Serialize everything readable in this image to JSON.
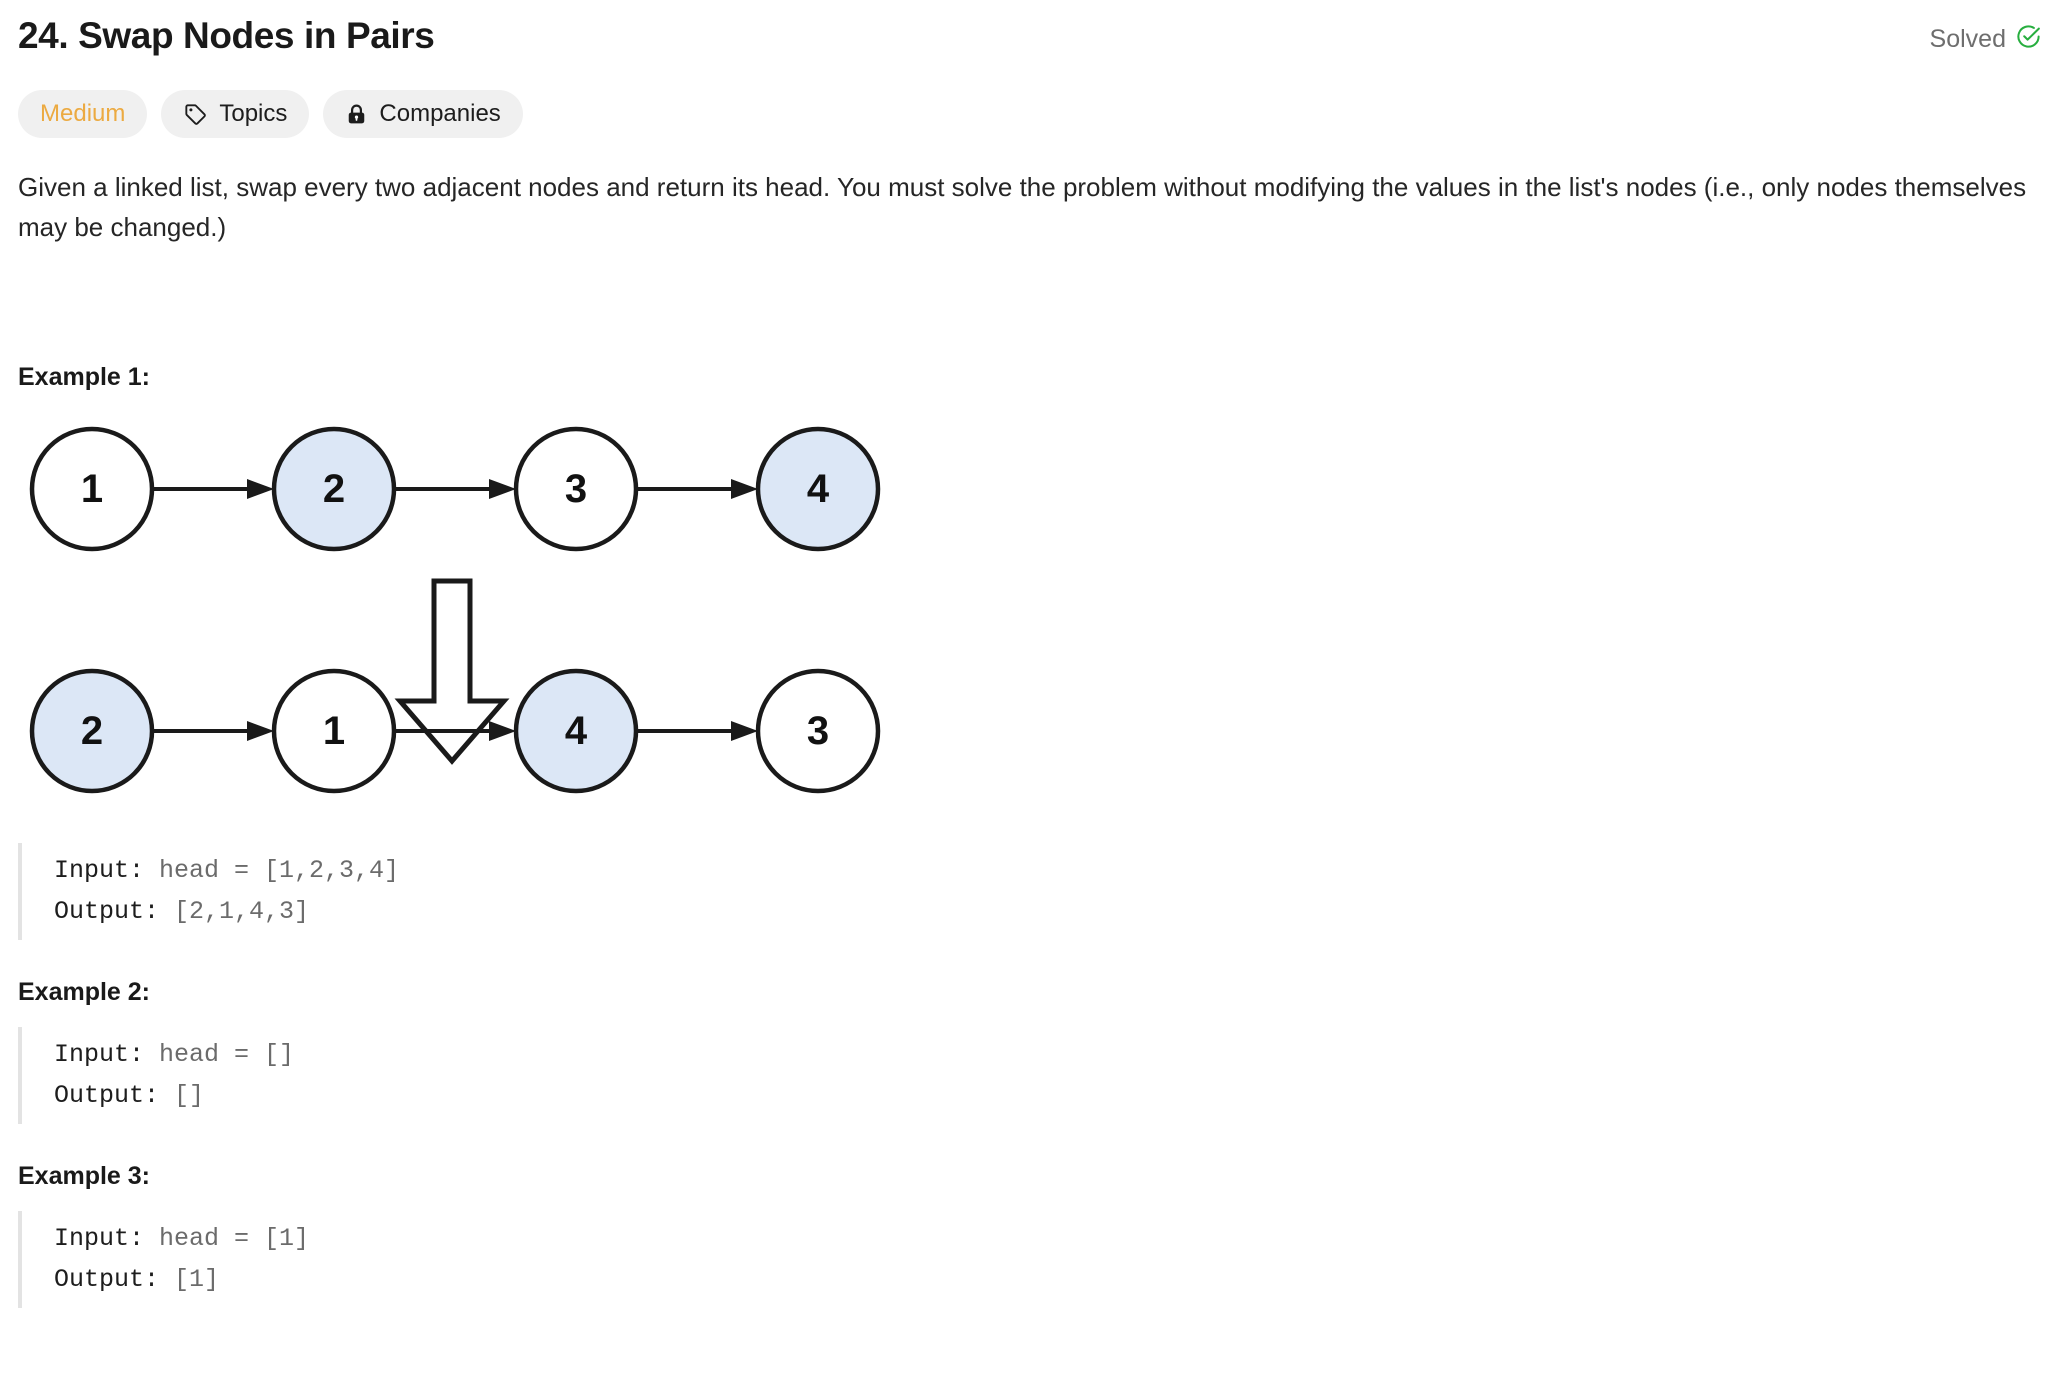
{
  "header": {
    "title": "24. Swap Nodes in Pairs",
    "status_label": "Solved",
    "status_icon": "check-circle-icon",
    "status_color": "#27ae3f"
  },
  "pills": [
    {
      "label": "Medium",
      "icon": null,
      "name": "difficulty-pill",
      "color": "#ecaa41"
    },
    {
      "label": "Topics",
      "icon": "tag-icon",
      "name": "topics-pill"
    },
    {
      "label": "Companies",
      "icon": "lock-icon",
      "name": "companies-pill"
    }
  ],
  "description": "Given a linked list, swap every two adjacent nodes and return its head. You must solve the problem without modifying the values in the list's nodes (i.e., only nodes themselves may be changed.)",
  "examples": [
    {
      "heading": "Example 1:",
      "input_label": "Input:",
      "input_value": " head = [1,2,3,4]",
      "output_label": "Output:",
      "output_value": " [2,1,4,3]"
    },
    {
      "heading": "Example 2:",
      "input_label": "Input:",
      "input_value": " head = []",
      "output_label": "Output:",
      "output_value": " []"
    },
    {
      "heading": "Example 3:",
      "input_label": "Input:",
      "input_value": " head = [1]",
      "output_label": "Output:",
      "output_value": " [1]"
    }
  ],
  "diagram": {
    "node_fill_highlight": "#dce7f6",
    "node_fill_plain": "#ffffff",
    "node_stroke": "#1a1a1a",
    "arrow_color": "#1a1a1a",
    "top_row": [
      {
        "value": "1",
        "highlight": false
      },
      {
        "value": "2",
        "highlight": true
      },
      {
        "value": "3",
        "highlight": false
      },
      {
        "value": "4",
        "highlight": true
      }
    ],
    "bottom_row": [
      {
        "value": "2",
        "highlight": true
      },
      {
        "value": "1",
        "highlight": false
      },
      {
        "value": "4",
        "highlight": true
      },
      {
        "value": "3",
        "highlight": false
      }
    ],
    "transform_arrow": "down-block-arrow"
  }
}
